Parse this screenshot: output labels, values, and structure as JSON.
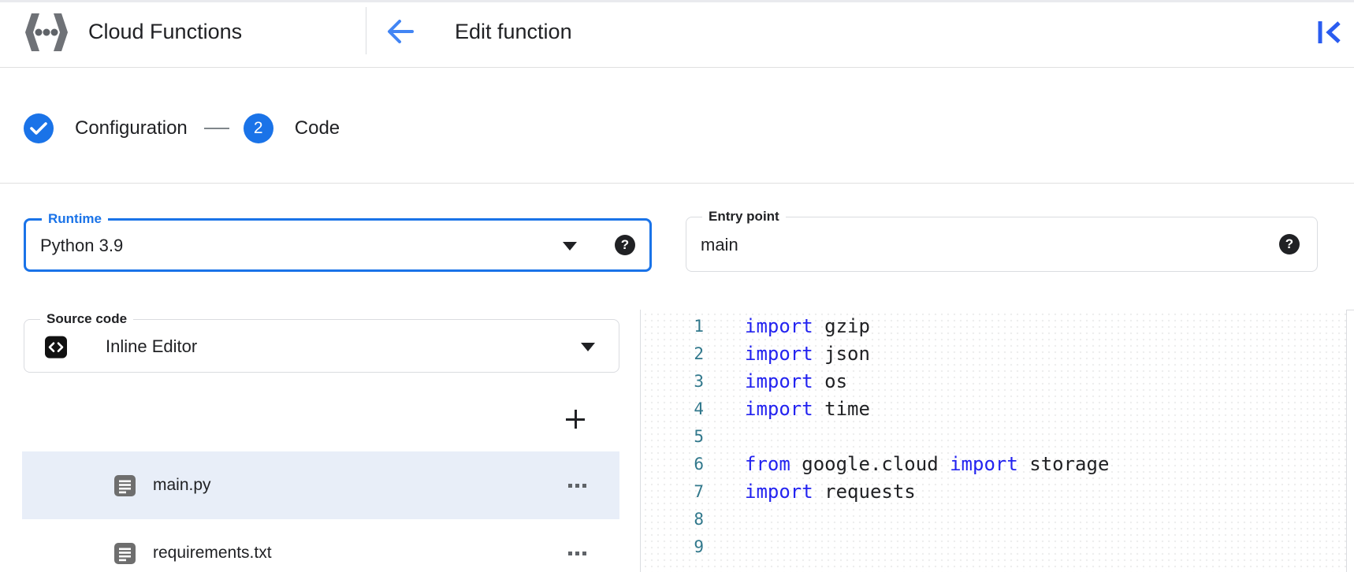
{
  "header": {
    "product": "Cloud Functions",
    "page_title": "Edit function"
  },
  "stepper": {
    "steps": [
      {
        "label": "Configuration",
        "state": "completed"
      },
      {
        "label": "Code",
        "number": "2",
        "state": "current"
      }
    ]
  },
  "form": {
    "runtime": {
      "label": "Runtime",
      "value": "Python 3.9",
      "focused": true
    },
    "entry_point": {
      "label": "Entry point",
      "value": "main"
    },
    "source_code": {
      "label": "Source code",
      "value": "Inline Editor"
    }
  },
  "file_panel": {
    "files": [
      {
        "name": "main.py",
        "selected": true
      },
      {
        "name": "requirements.txt",
        "selected": false
      }
    ]
  },
  "editor": {
    "language": "python",
    "lines": [
      [
        [
          "kw",
          "import"
        ],
        [
          "p",
          " gzip"
        ]
      ],
      [
        [
          "kw",
          "import"
        ],
        [
          "p",
          " json"
        ]
      ],
      [
        [
          "kw",
          "import"
        ],
        [
          "p",
          " os"
        ]
      ],
      [
        [
          "kw",
          "import"
        ],
        [
          "p",
          " time"
        ]
      ],
      [],
      [
        [
          "kw",
          "from"
        ],
        [
          "p",
          " google.cloud "
        ],
        [
          "kw",
          "import"
        ],
        [
          "p",
          " storage"
        ]
      ],
      [
        [
          "kw",
          "import"
        ],
        [
          "p",
          " requests"
        ]
      ],
      [],
      []
    ]
  },
  "colors": {
    "accent": "#1a73e8",
    "keyword": "#2323f0",
    "line_number": "#31788c",
    "selected_row": "#e8eef8",
    "back_arrow": "#4285f4",
    "collapse_icon": "#2a5cf0"
  }
}
